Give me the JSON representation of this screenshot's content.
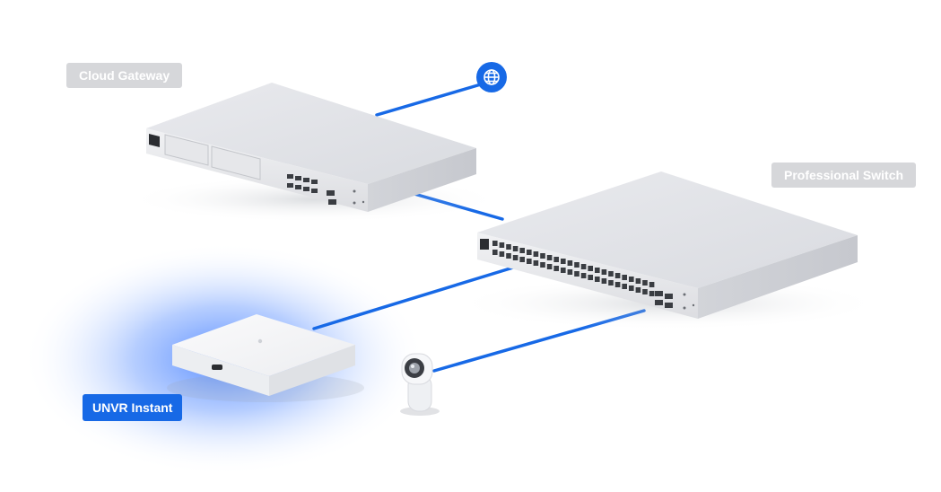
{
  "labels": {
    "cloud_gateway": "Cloud Gateway",
    "professional_switch": "Professional Switch",
    "unvr_instant": "UNVR Instant"
  },
  "icons": {
    "internet": "globe-icon"
  },
  "colors": {
    "link": "#1769e6",
    "label_gray": "#d6d7da",
    "label_blue": "#1769e6",
    "glow": "#5a8dff"
  },
  "highlighted_device": "UNVR Instant"
}
